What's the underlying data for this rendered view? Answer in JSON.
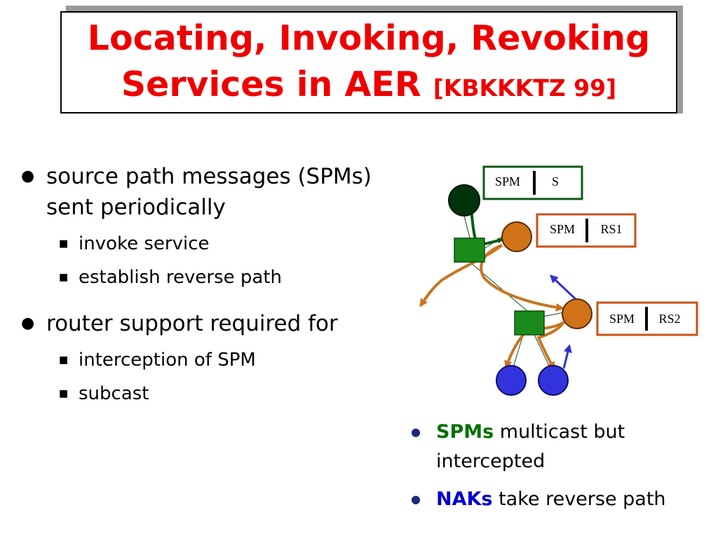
{
  "title": {
    "line1": "Locating, Invoking, Revoking",
    "line2": "Services in AER",
    "citation": "[KBKKKTZ 99]"
  },
  "left_bullets": [
    {
      "text": "source path messages (SPMs) sent periodically",
      "subitems": [
        "invoke service",
        "establish reverse path"
      ]
    },
    {
      "text": "router support required for",
      "subitems": [
        "interception of SPM",
        "subcast"
      ]
    }
  ],
  "right_bullets": [
    {
      "keyword": "SPMs",
      "rest": " multicast but intercepted"
    },
    {
      "keyword": "NAKs",
      "rest": " take reverse path"
    }
  ],
  "diagram": {
    "labels": [
      {
        "tag": "SPM",
        "value": "S",
        "color": "#0d5a12"
      },
      {
        "tag": "SPM",
        "value": "RS1",
        "color": "#c8501a"
      },
      {
        "tag": "SPM",
        "value": "RS2",
        "color": "#c8501a"
      }
    ],
    "colors": {
      "source_node": "#00330a",
      "repair_server_node": "#d07318",
      "receiver_node": "#3333dd",
      "router": "#1a8a1a",
      "spm_arrow_original": "#0d5a12",
      "spm_arrow_rewritten": "#c87520",
      "nak_arrow": "#3333cc"
    }
  }
}
